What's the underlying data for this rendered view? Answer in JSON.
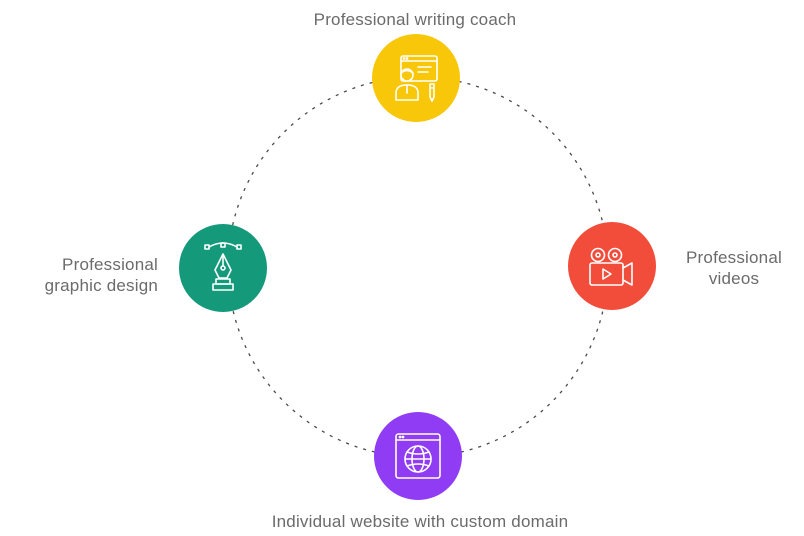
{
  "nodes": {
    "top": {
      "label": "Professional writing coach",
      "icon": "writing-coach-icon",
      "color": "#F9C70A"
    },
    "right": {
      "label_line1": "Professional",
      "label_line2": "videos",
      "icon": "video-camera-icon",
      "color": "#F24D3B"
    },
    "bottom": {
      "label": "Individual website with custom domain",
      "icon": "website-globe-icon",
      "color": "#8F3CF4"
    },
    "left": {
      "label_line1": "Professional",
      "label_line2": "graphic design",
      "icon": "pen-tool-icon",
      "color": "#14997A"
    }
  },
  "colors": {
    "text": "#6B6B6B",
    "ring": "#4A4A4A",
    "icon_stroke": "#FFFFFF"
  }
}
